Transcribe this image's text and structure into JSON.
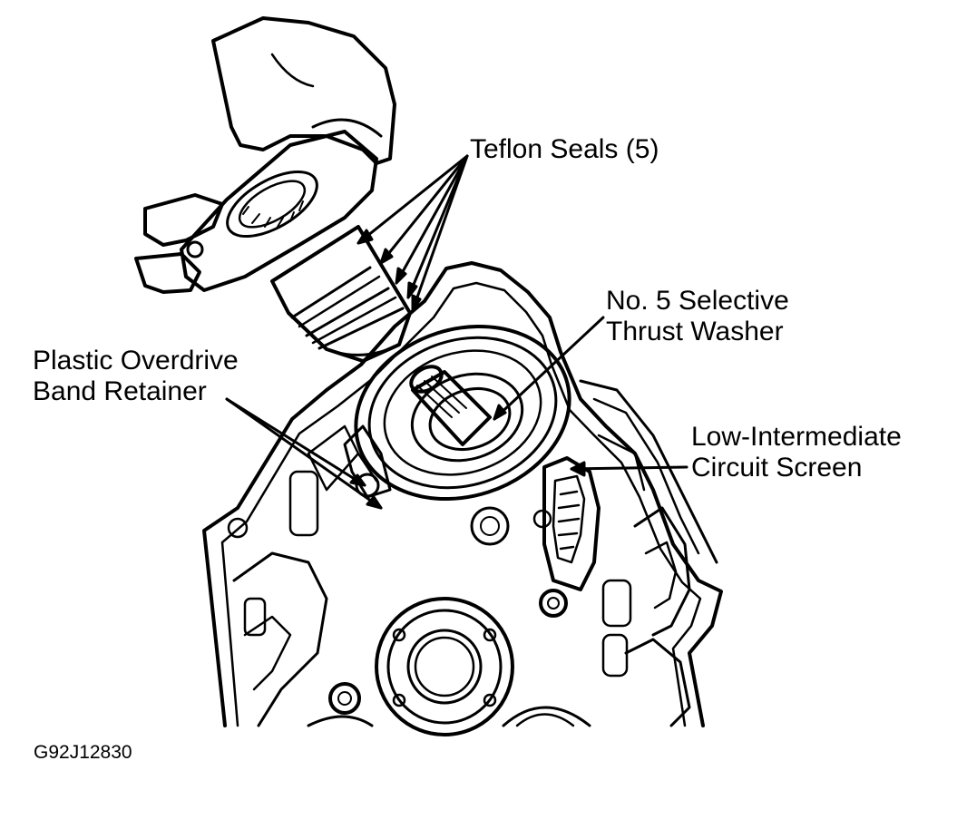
{
  "labels": {
    "teflon_seals": "Teflon Seals (5)",
    "thrust_washer_line1": "No. 5 Selective",
    "thrust_washer_line2": "Thrust Washer",
    "band_retainer_line1": "Plastic Overdrive",
    "band_retainer_line2": "Band Retainer",
    "circuit_screen_line1": "Low-Intermediate",
    "circuit_screen_line2": "Circuit Screen"
  },
  "figure_id": "G92J12830"
}
